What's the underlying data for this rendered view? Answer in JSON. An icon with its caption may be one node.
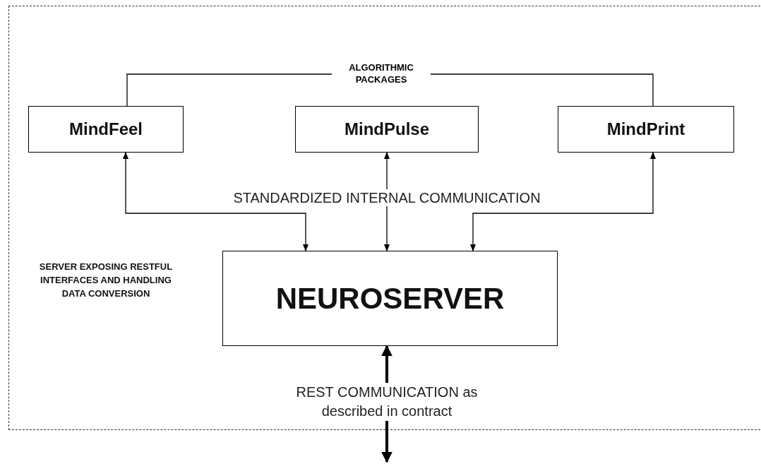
{
  "diagram": {
    "nodes": [
      {
        "text": [
          "ALGORITHMIC PACKAGES"
        ]
      },
      {
        "text": [
          "MindFeel"
        ]
      },
      {
        "text": [
          "MindPulse"
        ]
      },
      {
        "text": [
          "MindPrint"
        ]
      },
      {
        "text": [
          "NEUROSERVER"
        ]
      }
    ],
    "edges": [
      {
        "from": 0,
        "to": 1,
        "arrow": "none"
      },
      {
        "from": 0,
        "to": 3,
        "arrow": "none"
      },
      {
        "from": 1,
        "to": 4,
        "arrow": "both"
      },
      {
        "from": 2,
        "to": 4,
        "arrow": "both",
        "label": "STANDARDIZED INTERNAL COMMUNICATION"
      },
      {
        "from": 3,
        "to": 4,
        "arrow": "both"
      },
      {
        "from": null,
        "to": 4,
        "arrow": "both",
        "style": "thick",
        "label": "REST COMMUNICATION as described in contract"
      }
    ],
    "labels": [
      "SERVER EXPOSING RESTFUL INTERFACES AND HANDLING DATA CONVERSION"
    ]
  }
}
